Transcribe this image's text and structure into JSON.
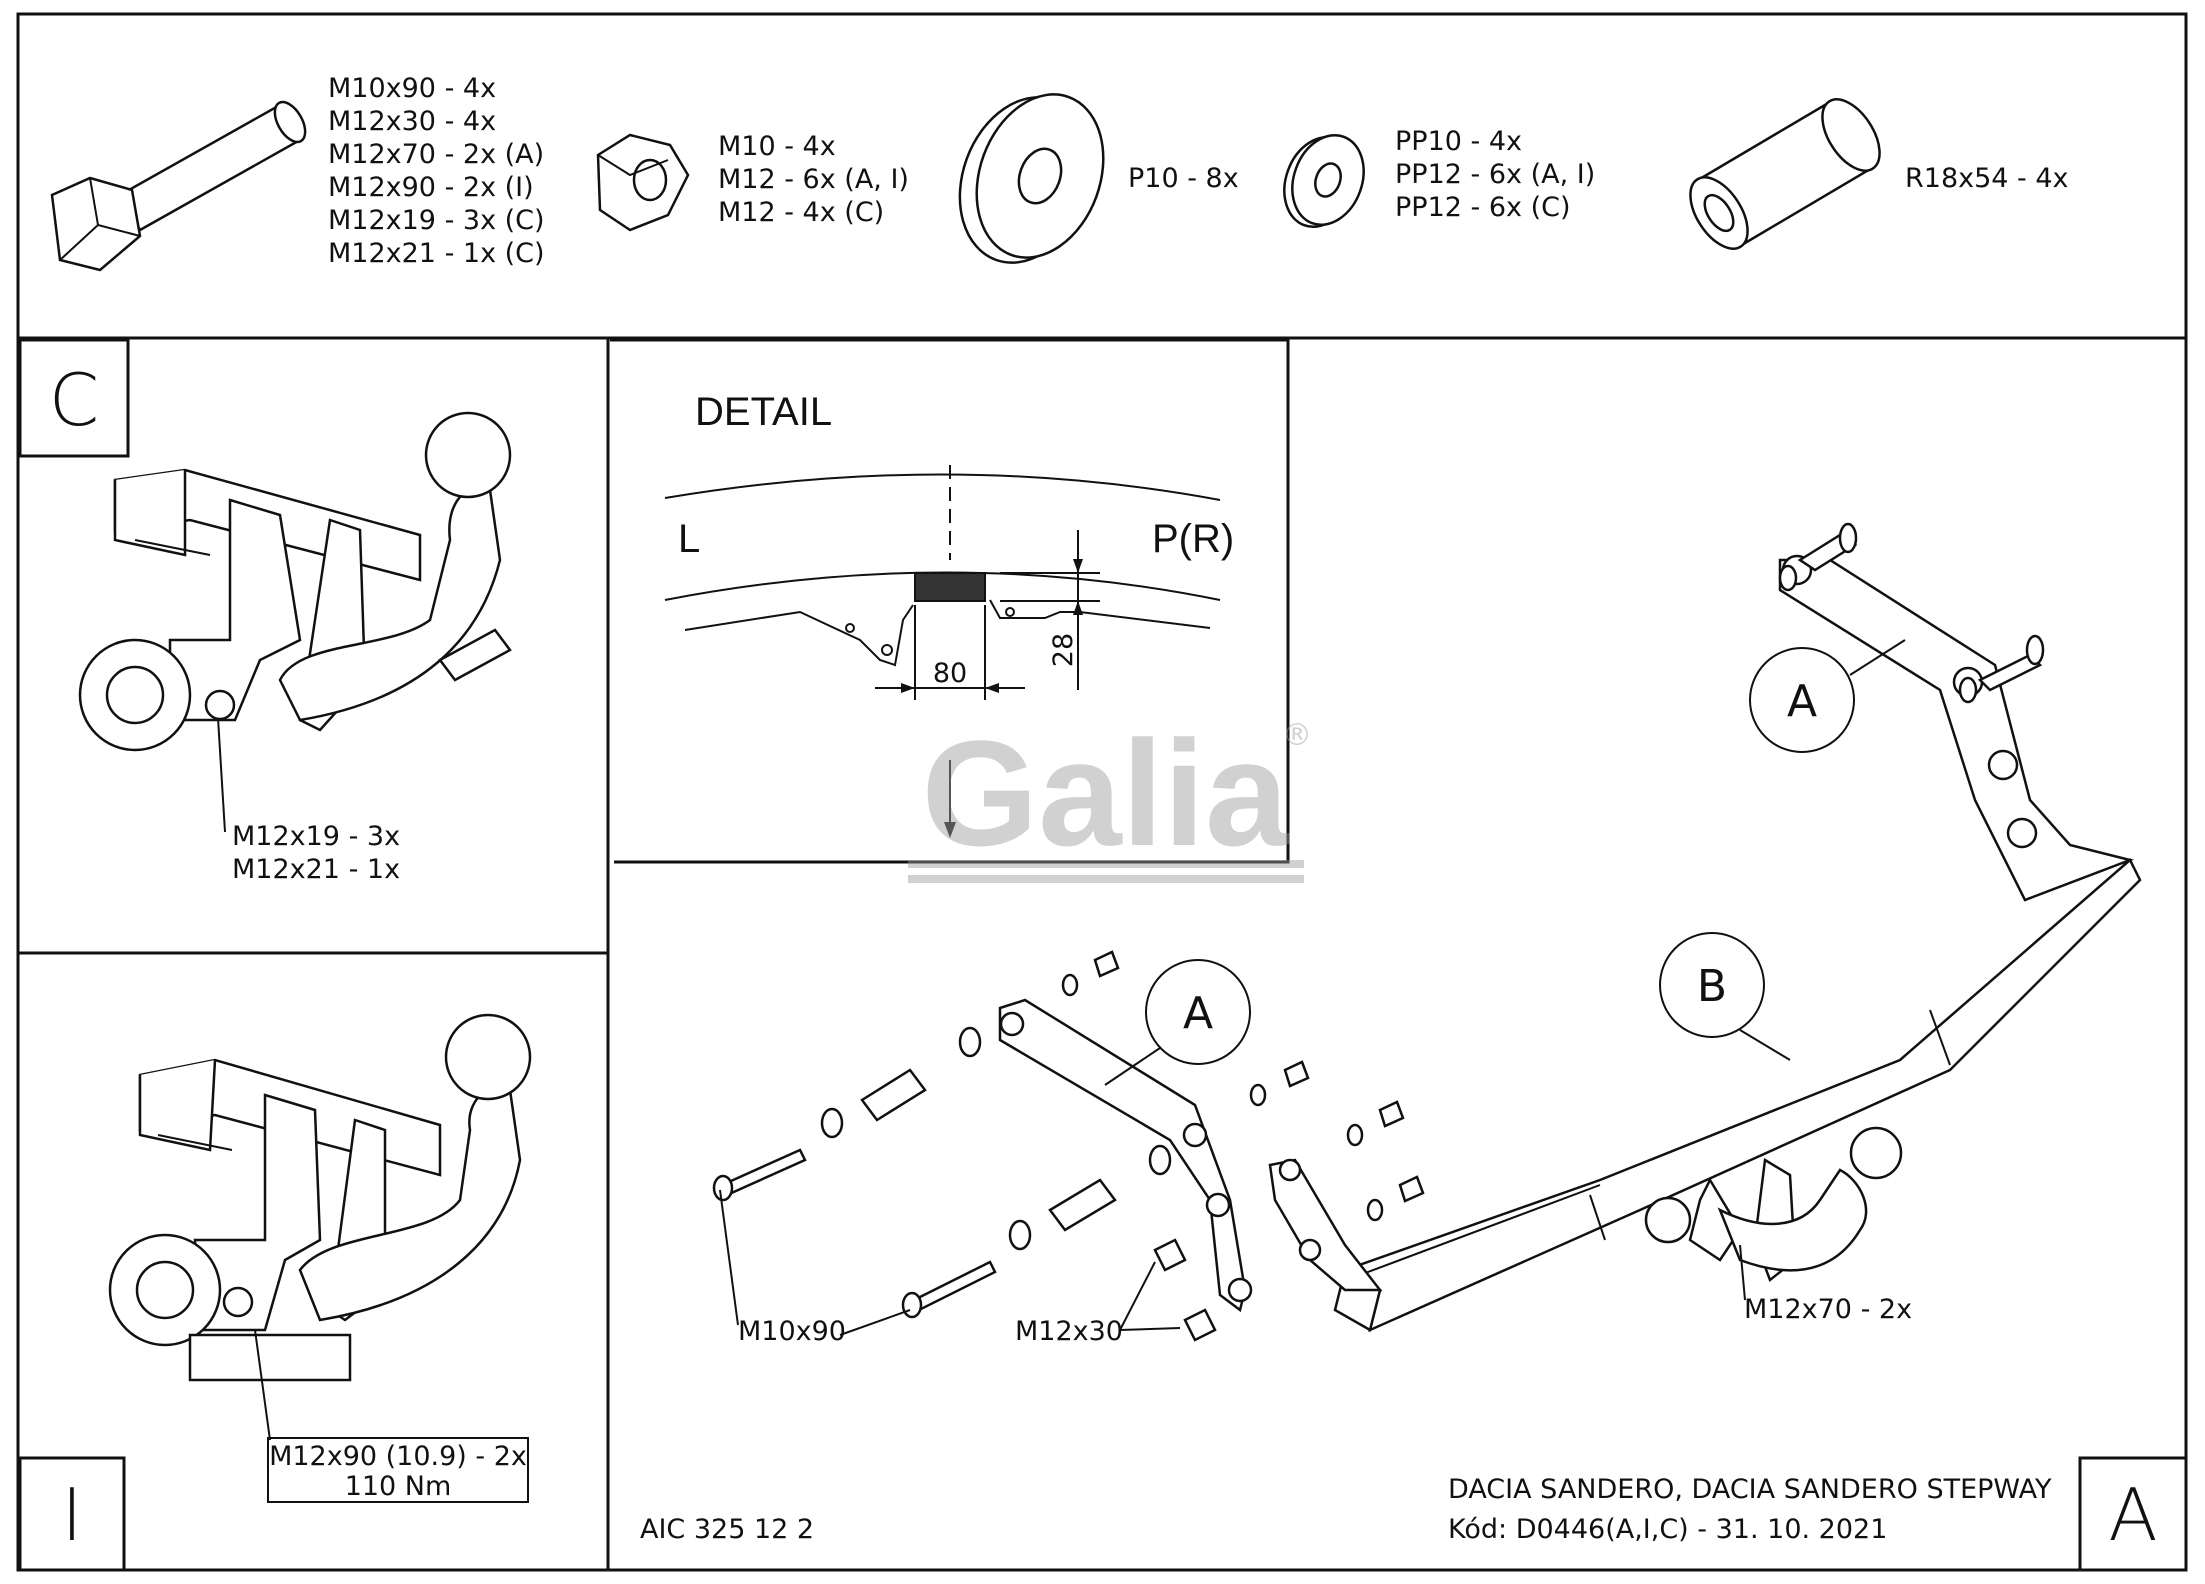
{
  "hardware": {
    "bolts": [
      "M10x90 - 4x",
      "M12x30 - 4x",
      "M12x70 - 2x (A)",
      "M12x90 - 2x (I)",
      "M12x19 - 3x (C)",
      "M12x21 - 1x (C)"
    ],
    "nuts": [
      "M10 - 4x",
      "M12 - 6x (A, I)",
      "M12 - 4x (C)"
    ],
    "washer": "P10 - 8x",
    "spring_washers": [
      "PP10 - 4x",
      "PP12 - 6x (A, I)",
      "PP12 - 6x (C)"
    ],
    "spacer": "R18x54 - 4x"
  },
  "panel_c": {
    "letter": "C",
    "labels": [
      "M12x19 - 3x",
      "M12x21 - 1x"
    ]
  },
  "panel_i": {
    "letter": "I",
    "labels": [
      "M12x90 (10.9) - 2x",
      "110 Nm"
    ]
  },
  "detail": {
    "title": "DETAIL",
    "left": "L",
    "right": "P(R)",
    "dim_width": "80",
    "dim_height": "28"
  },
  "watermark": {
    "text": "Galia",
    "mark": "®"
  },
  "assembly": {
    "callout_a": "A",
    "callout_b": "B",
    "label_m10x90": "M10x90",
    "label_m12x30": "M12x30",
    "label_m12x70": "M12x70 - 2x"
  },
  "footer": {
    "code": "AIC 325 12 2",
    "vehicle": "DACIA SANDERO, DACIA SANDERO STEPWAY",
    "kod": "Kód: D0446(A,I,C) - 31. 10. 2021",
    "variant": "A"
  }
}
